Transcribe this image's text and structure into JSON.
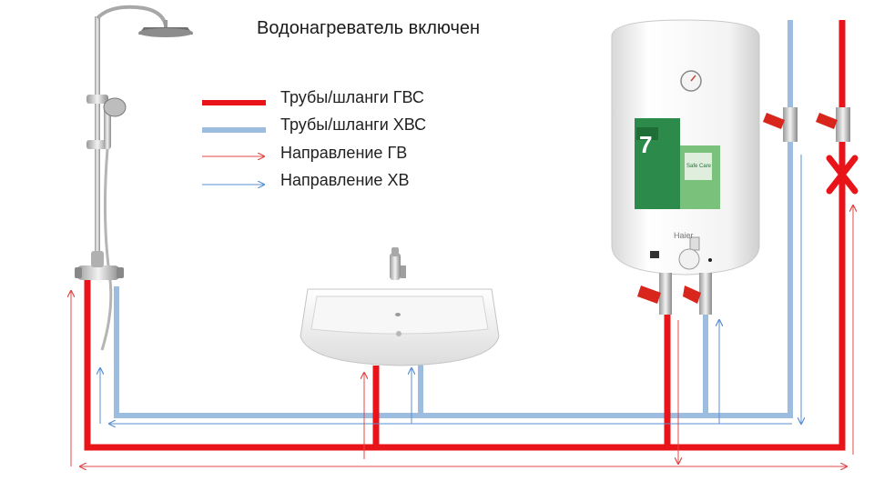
{
  "title": "Водонагреватель включен",
  "legend": [
    {
      "label": "Трубы/шланги ГВС",
      "kind": "hot-pipe"
    },
    {
      "label": "Трубы/шланги ХВС",
      "kind": "cold-pipe"
    },
    {
      "label": "Направление ГВ",
      "kind": "hot-arrow"
    },
    {
      "label": "Направление ХВ",
      "kind": "cold-arrow"
    }
  ],
  "heater": {
    "brand": "Haier",
    "badge": "7",
    "safe_label": "Safe Care"
  },
  "colors": {
    "hot": "#e8141a",
    "cold": "#9dbde0",
    "hot_arrow": "#e04848",
    "cold_arrow": "#5a8fd0",
    "valve": "#d9261c"
  }
}
